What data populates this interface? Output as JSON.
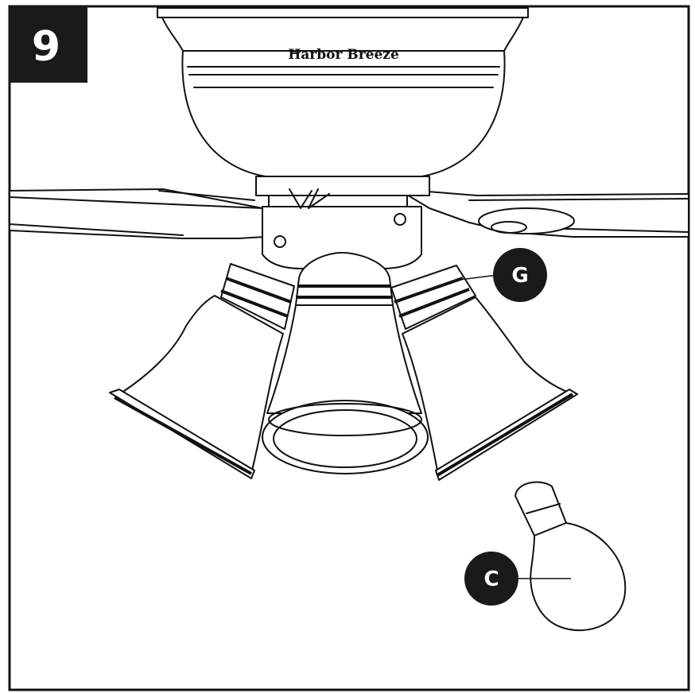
{
  "step": {
    "number": "9"
  },
  "brand": {
    "name": "Harbor Breeze"
  },
  "callouts": [
    {
      "id": "G",
      "label": "G",
      "target": "light-kit-shade-glass"
    },
    {
      "id": "C",
      "label": "C",
      "target": "light-bulb"
    }
  ],
  "colors": {
    "ink": "#111111",
    "paper": "#ffffff",
    "badge": "#1a1a1a"
  }
}
